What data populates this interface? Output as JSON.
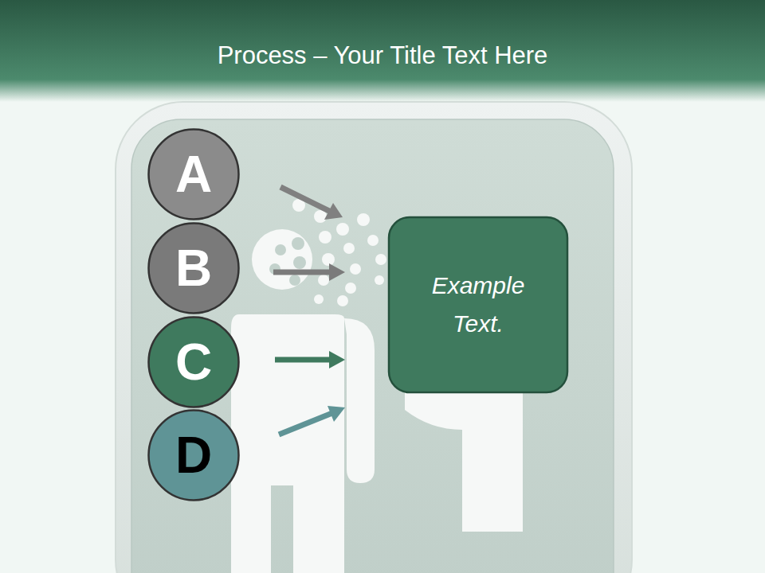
{
  "diagram": {
    "title": "Process – Your Title Text Here",
    "nodes": [
      {
        "text": [
          "A"
        ]
      },
      {
        "text": [
          "B"
        ]
      },
      {
        "text": [
          "C"
        ]
      },
      {
        "text": [
          "D"
        ]
      },
      {
        "text": [
          "Example Text."
        ]
      }
    ]
  }
}
